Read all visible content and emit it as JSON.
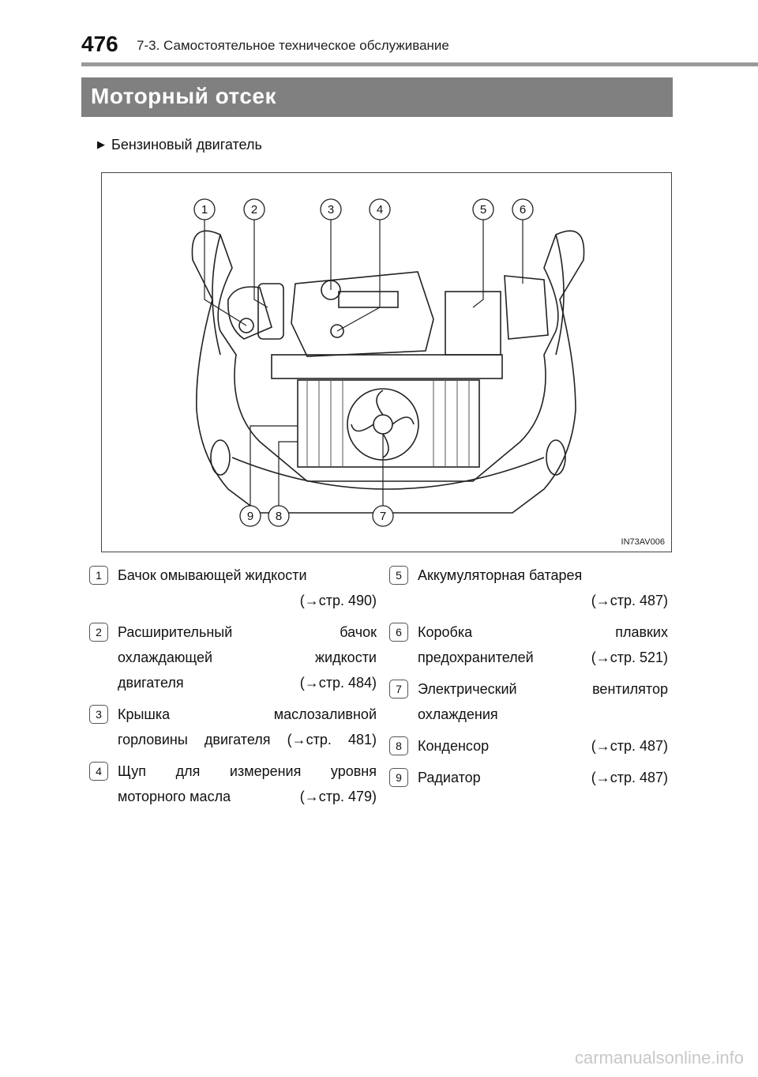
{
  "header": {
    "page_number": "476",
    "running_head": "7-3. Самостоятельное техническое обслуживание"
  },
  "section": {
    "title": "Моторный отсек",
    "subhead": "Бензиновый двигатель"
  },
  "figure": {
    "code": "IN73AV006",
    "callouts": [
      "1",
      "2",
      "3",
      "4",
      "5",
      "6",
      "7",
      "8",
      "9"
    ]
  },
  "legend": [
    {
      "num": "1",
      "lines": [
        "Бачок омывающей жидкости"
      ],
      "ref": "(→стр. 490)"
    },
    {
      "num": "2",
      "lines": [
        "Расширительный бачок",
        "охлаждающей жидкости"
      ],
      "last": "двигателя",
      "ref": "(→стр. 484)"
    },
    {
      "num": "3",
      "lines": [
        "Крышка маслозаливной",
        "горловины двигателя (→стр. 481)"
      ]
    },
    {
      "num": "4",
      "lines": [
        "Щуп для измерения уровня"
      ],
      "last": "моторного масла",
      "ref": "(→стр. 479)"
    },
    {
      "num": "5",
      "lines": [
        "Аккумуляторная батарея"
      ],
      "ref": "(→стр. 487)"
    },
    {
      "num": "6",
      "lines": [
        "Коробка плавких"
      ],
      "last": "предохранителей",
      "ref": "(→стр. 521)"
    },
    {
      "num": "7",
      "lines": [
        "Электрический вентилятор",
        "охлаждения"
      ]
    },
    {
      "num": "8",
      "lines": [],
      "last": "Конденсор",
      "ref": "(→стр. 487)"
    },
    {
      "num": "9",
      "lines": [],
      "last": "Радиатор",
      "ref": "(→стр. 487)"
    }
  ],
  "footer": {
    "watermark": "carmanualsonline.info"
  }
}
